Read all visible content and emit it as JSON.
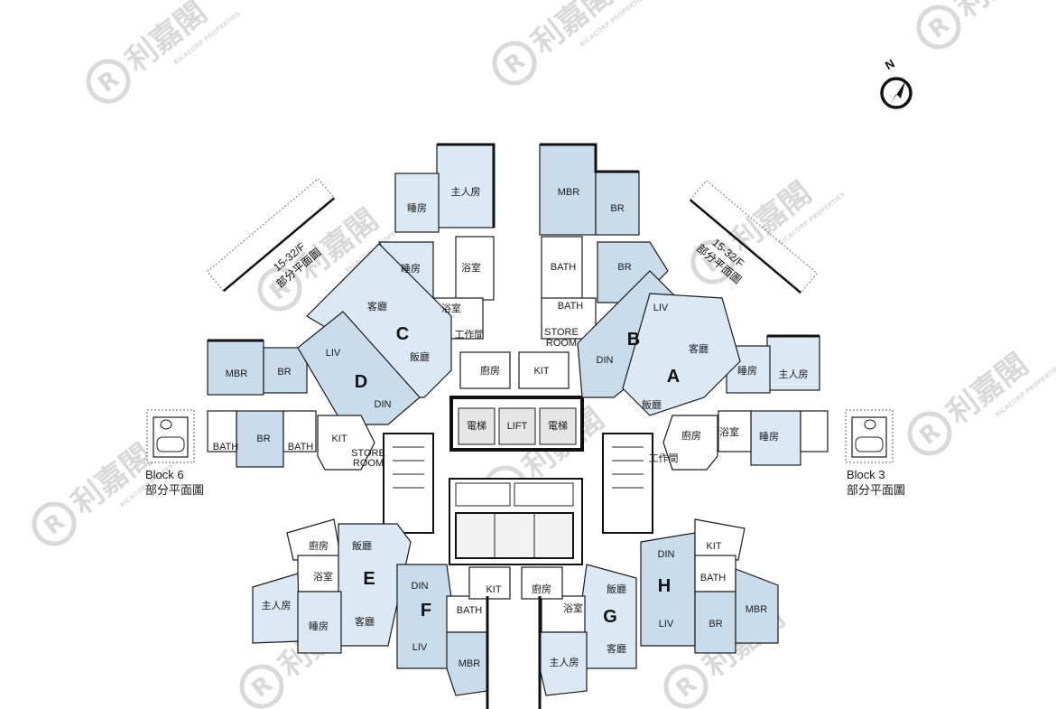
{
  "compass": {
    "letter": "N"
  },
  "watermark": {
    "logo_glyph": "R",
    "chinese": "利嘉閣",
    "english": "RICACORP PROPERTIES"
  },
  "partial_plan": {
    "floor": "15-32/F",
    "caption": "部分平面圖"
  },
  "blocks": {
    "left": "Block 6",
    "right": "Block 3",
    "caption": "部分平面圖"
  },
  "units": [
    "A",
    "B",
    "C",
    "D",
    "E",
    "F",
    "G",
    "H"
  ],
  "rooms": {
    "mbr": "MBR",
    "br": "BR",
    "liv": "LIV",
    "din": "DIN",
    "kit": "KIT",
    "bath": "BATH",
    "store": "STORE",
    "room": "ROOM",
    "lift": "LIFT",
    "master_bedroom_zh": "主人房",
    "bedroom_zh": "睡房",
    "living_zh": "客廳",
    "dining_zh": "飯廳",
    "kitchen_zh": "廚房",
    "bathroom_zh": "浴室",
    "utility_zh": "工作間",
    "lift_zh": "電梯"
  },
  "colors": {
    "dark_fill": "#c9dcec",
    "light_fill": "#dbe9f4",
    "wall": "#111111"
  }
}
